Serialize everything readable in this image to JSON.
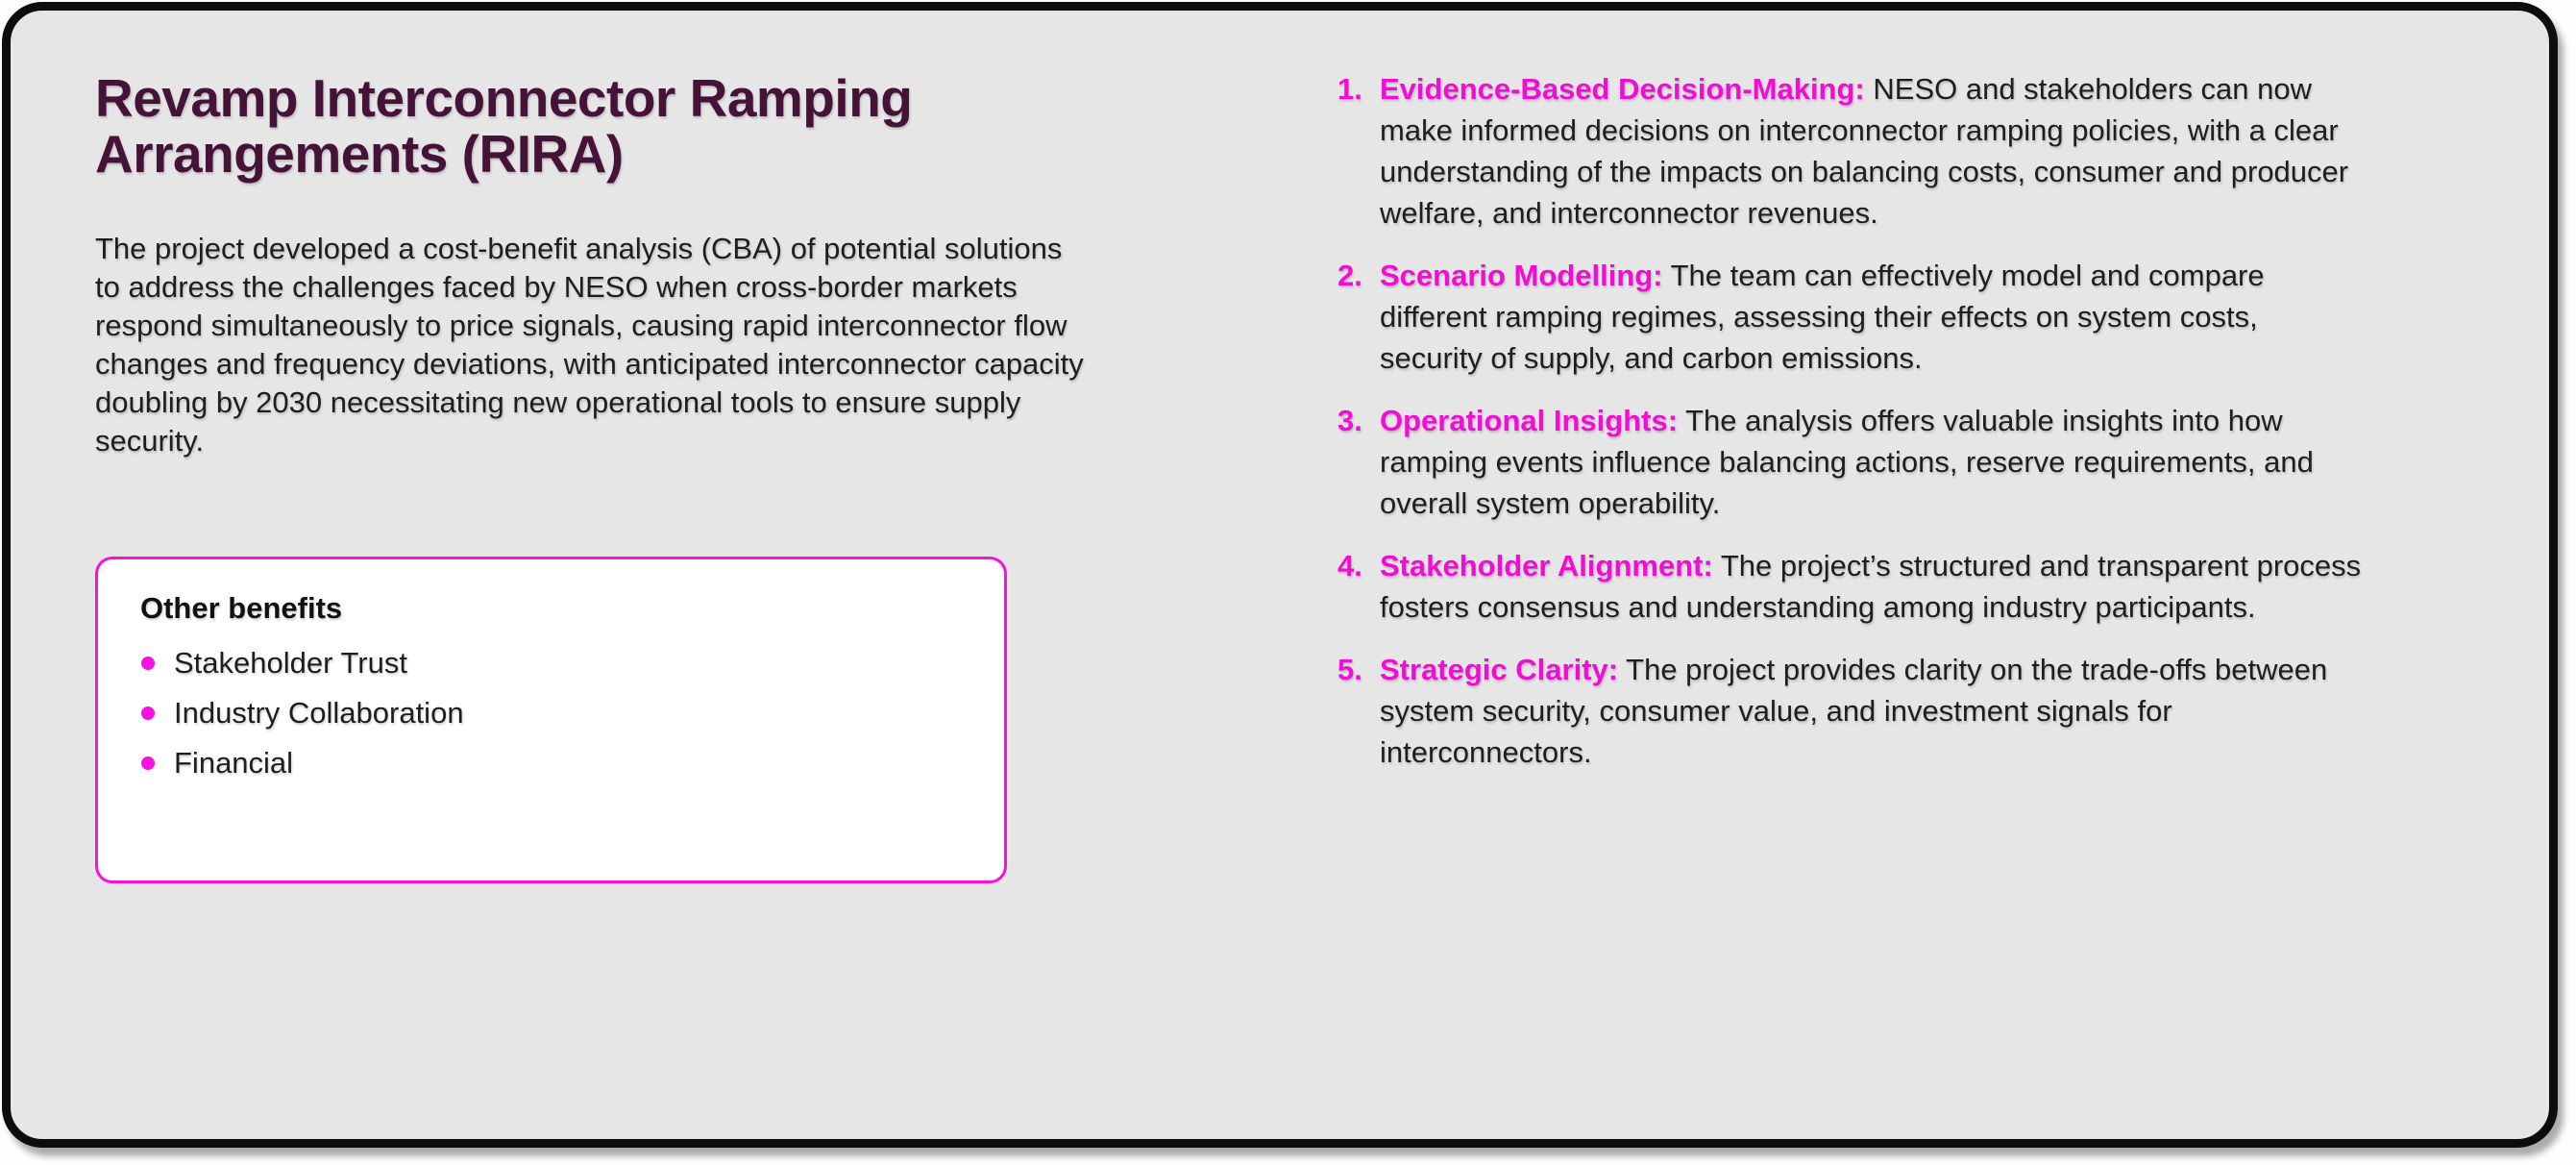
{
  "page": {
    "title": "Revamp Interconnector Ramping Arrangements (RIRA)",
    "intro": "The project developed a cost-benefit analysis (CBA) of potential solutions to address the challenges faced by NESO when cross-border markets respond simultaneously to price signals, causing rapid interconnector flow changes and frequency deviations, with anticipated interconnector capacity doubling by 2030 necessitating new operational tools to ensure supply security.",
    "benefits_box": {
      "heading": "Other benefits",
      "items": [
        "Stakeholder Trust",
        "Industry Collaboration",
        "Financial"
      ]
    },
    "key_outcomes": {
      "items": [
        {
          "number": "1.",
          "label": "Evidence-Based Decision-Making:",
          "text": "NESO and stakeholders can now make informed decisions on interconnector ramping policies, with a clear understanding of the impacts on balancing costs, consumer and producer welfare, and interconnector revenues."
        },
        {
          "number": "2.",
          "label": "Scenario Modelling:",
          "text": "The team can effectively model and compare different ramping regimes, assessing their effects on system costs, security of supply, and carbon emissions."
        },
        {
          "number": "3.",
          "label": "Operational Insights:",
          "text": "The analysis offers valuable insights into how ramping events influence balancing actions, reserve requirements, and overall system operability."
        },
        {
          "number": "4.",
          "label": "Stakeholder Alignment:",
          "text": "The project’s structured and transparent process fosters consensus and understanding among industry participants."
        },
        {
          "number": "5.",
          "label": "Strategic Clarity:",
          "text": "The project provides clarity on the trade-offs between system security, consumer value, and investment signals for interconnectors."
        }
      ]
    },
    "colors": {
      "accent_magenta": "#f10dd4",
      "box_border_magenta": "#f711e0",
      "title_plum": "#461338",
      "card_background": "#e6e6e6",
      "card_border": "#0d0d0d",
      "body_text": "#1e1e1e",
      "box_background": "#ffffff"
    }
  }
}
